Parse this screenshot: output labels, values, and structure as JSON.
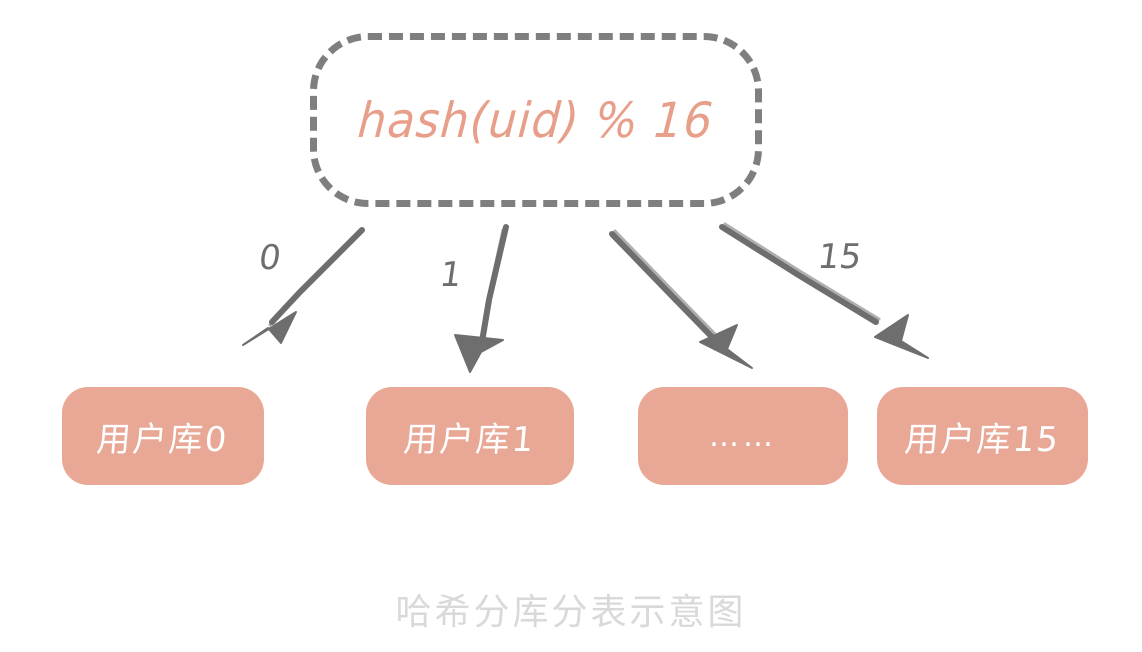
{
  "diagram": {
    "caption": "哈希分库分表示意图",
    "hash_node": {
      "label": "hash(uid) % 16",
      "border_style": "dashed",
      "border_color": "#7f7f7f",
      "text_color": "#e79f8a"
    },
    "shards": [
      {
        "label": "用户库0",
        "edge_label": "0",
        "fill": "#e9a795",
        "text_color": "#ffffff"
      },
      {
        "label": "用户库1",
        "edge_label": "1",
        "fill": "#e9a795",
        "text_color": "#ffffff"
      },
      {
        "label": "……",
        "edge_label": "",
        "fill": "#e9a795",
        "text_color": "#ffffff"
      },
      {
        "label": "用户库15",
        "edge_label": "15",
        "fill": "#e9a795",
        "text_color": "#ffffff"
      }
    ],
    "arrow_color": "#6e6e6e",
    "caption_color": "#d9d9d9",
    "background": "#ffffff"
  }
}
